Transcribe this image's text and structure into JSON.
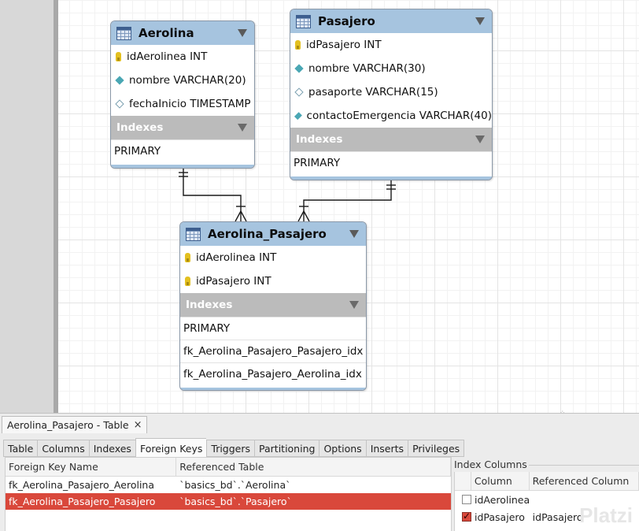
{
  "entities": {
    "aerolina": {
      "name": "Aerolina",
      "columns": [
        {
          "icon": "primary-key",
          "text": "idAerolinea INT"
        },
        {
          "icon": "column-filled",
          "text": "nombre VARCHAR(20)"
        },
        {
          "icon": "column-empty",
          "text": "fechaInicio TIMESTAMP"
        }
      ],
      "indexes_label": "Indexes",
      "indexes": [
        "PRIMARY"
      ]
    },
    "pasajero": {
      "name": "Pasajero",
      "columns": [
        {
          "icon": "primary-key",
          "text": "idPasajero INT"
        },
        {
          "icon": "column-filled",
          "text": "nombre VARCHAR(30)"
        },
        {
          "icon": "column-empty",
          "text": "pasaporte VARCHAR(15)"
        },
        {
          "icon": "column-filled",
          "text": "contactoEmergencia VARCHAR(40)"
        }
      ],
      "indexes_label": "Indexes",
      "indexes": [
        "PRIMARY"
      ]
    },
    "aerolina_pasajero": {
      "name": "Aerolina_Pasajero",
      "columns": [
        {
          "icon": "primary-key",
          "text": "idAerolinea INT"
        },
        {
          "icon": "primary-key",
          "text": "idPasajero INT"
        }
      ],
      "indexes_label": "Indexes",
      "indexes": [
        "PRIMARY",
        "fk_Aerolina_Pasajero_Pasajero_idx",
        "fk_Aerolina_Pasajero_Aerolina_idx"
      ]
    }
  },
  "editor": {
    "doc_tab": "Aerolina_Pasajero - Table",
    "doc_tab_close": "×",
    "tabs": [
      "Table",
      "Columns",
      "Indexes",
      "Foreign Keys",
      "Triggers",
      "Partitioning",
      "Options",
      "Inserts",
      "Privileges"
    ],
    "active_tab": "Foreign Keys",
    "fk_headers": [
      "Foreign Key Name",
      "Referenced Table"
    ],
    "fk_rows": [
      {
        "name": "fk_Aerolina_Pasajero_Aerolina",
        "table": "`basics_bd`.`Aerolina`",
        "selected": false
      },
      {
        "name": "fk_Aerolina_Pasajero_Pasajero",
        "table": "`basics_bd`.`Pasajero`",
        "selected": true
      }
    ],
    "index_columns_label": "Index Columns",
    "index_headers": [
      "",
      "Column",
      "Referenced Column"
    ],
    "index_rows": [
      {
        "checked": false,
        "column": "idAerolinea",
        "referenced": ""
      },
      {
        "checked": true,
        "column": "idPasajero",
        "referenced": "idPasajero"
      }
    ]
  },
  "watermark": "Platzi",
  "colors": {
    "header": "#a6c4df",
    "index_header": "#bbbbbb",
    "selection": "#d9483b"
  }
}
